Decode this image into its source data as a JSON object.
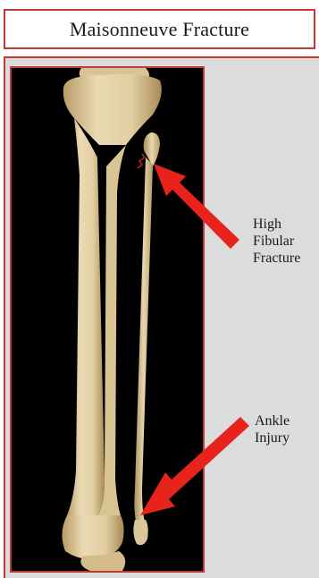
{
  "title": "Maisonneuve Fracture",
  "labels": {
    "high_fibular": [
      "High",
      "Fibular",
      "Fracture"
    ],
    "ankle": [
      "Ankle",
      "Injury"
    ]
  },
  "colors": {
    "frame_red": "#c23a33",
    "arrow_red": "#e8231c",
    "bone": "#e6d3a8",
    "bone_shade": "#c9ad78",
    "background_gray": "#dcdcdc",
    "image_background": "#000000"
  },
  "illustration": {
    "subject": "tibia-and-fibula-anterior-view",
    "fracture_site": "proximal fibula",
    "injury_site": "ankle"
  }
}
